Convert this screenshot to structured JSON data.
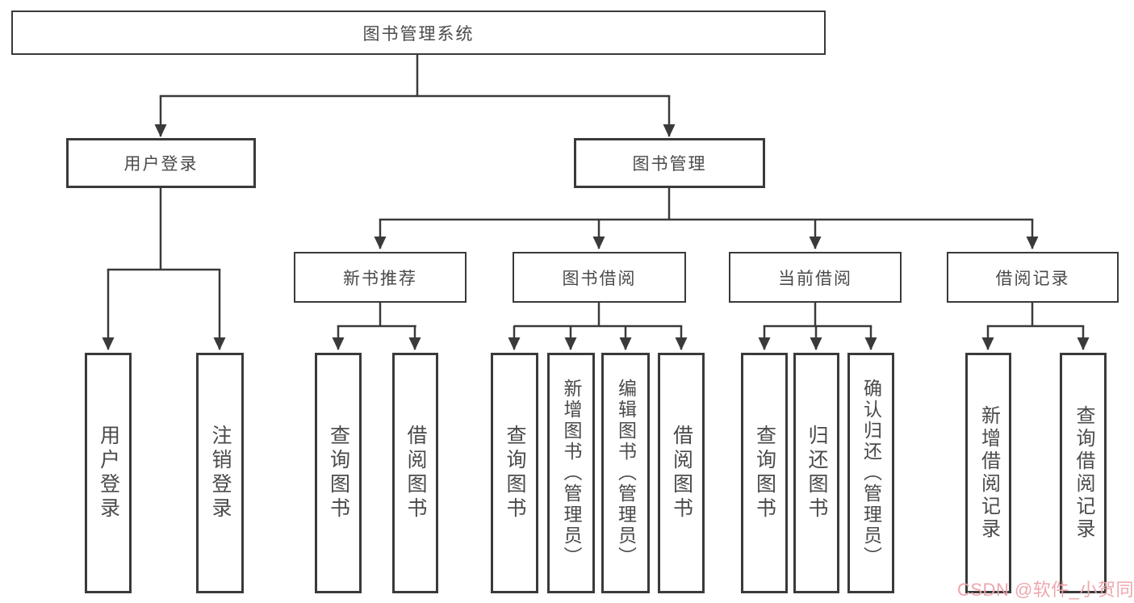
{
  "diagram_title": "图书管理系统",
  "tree": {
    "label": "图书管理系统",
    "children": [
      {
        "label": "用户登录",
        "children": [
          {
            "label": "用户登录"
          },
          {
            "label": "注销登录"
          }
        ]
      },
      {
        "label": "图书管理",
        "children": [
          {
            "label": "新书推荐",
            "children": [
              {
                "label": "查询图书"
              },
              {
                "label": "借阅图书"
              }
            ]
          },
          {
            "label": "图书借阅",
            "children": [
              {
                "label": "查询图书"
              },
              {
                "label": "新增图书（管理员）"
              },
              {
                "label": "编辑图书（管理员）"
              },
              {
                "label": "借阅图书"
              }
            ]
          },
          {
            "label": "当前借阅",
            "children": [
              {
                "label": "查询图书"
              },
              {
                "label": "归还图书"
              },
              {
                "label": "确认归还（管理员）"
              }
            ]
          },
          {
            "label": "借阅记录",
            "children": [
              {
                "label": "新增借阅记录"
              },
              {
                "label": "查询借阅记录"
              }
            ]
          }
        ]
      }
    ]
  },
  "watermark": {
    "text": "CSDN @软件_小贺同学"
  },
  "colors": {
    "line": "#3a3a3a",
    "box_border": "#3a3a3a",
    "text": "#4a4a4a",
    "background": "#ffffff",
    "watermark": "#eda3a9"
  }
}
